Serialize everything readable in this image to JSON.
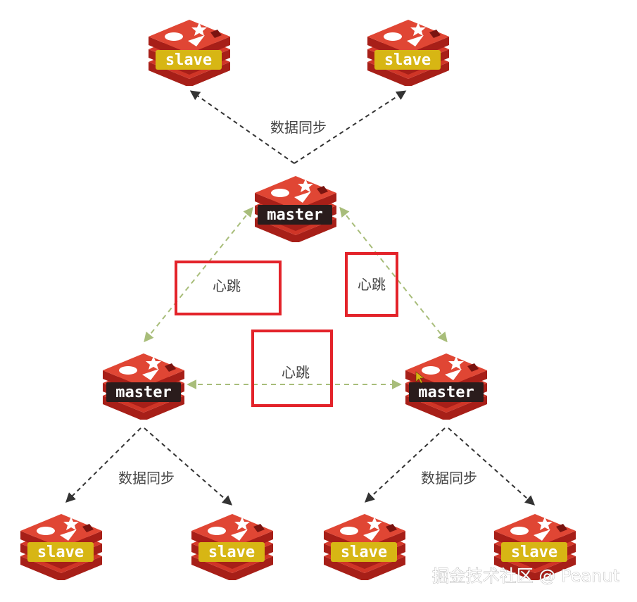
{
  "labels": {
    "master": "master",
    "slave": "slave",
    "sync": "数据同步",
    "heartbeat": "心跳"
  },
  "watermark": "掘金技术社区 @ Peanut",
  "colors": {
    "redis_dark": "#b3261e",
    "redis_main": "#d63a2b",
    "redis_light": "#e85a45",
    "slave_band": "#d7b614",
    "highlight_box": "#e3232a",
    "heartbeat_line": "#a8bd7a",
    "sync_line": "#333333"
  },
  "nodes": [
    {
      "id": "top-slave-left",
      "role": "slave"
    },
    {
      "id": "top-slave-right",
      "role": "slave"
    },
    {
      "id": "master-top",
      "role": "master"
    },
    {
      "id": "master-left",
      "role": "master"
    },
    {
      "id": "master-right",
      "role": "master"
    },
    {
      "id": "bottom-slave-1",
      "role": "slave"
    },
    {
      "id": "bottom-slave-2",
      "role": "slave"
    },
    {
      "id": "bottom-slave-3",
      "role": "slave"
    },
    {
      "id": "bottom-slave-4",
      "role": "slave"
    }
  ],
  "edges": [
    {
      "from": "master-top",
      "to": "top-slave-left",
      "type": "sync"
    },
    {
      "from": "master-top",
      "to": "top-slave-right",
      "type": "sync"
    },
    {
      "from": "master-top",
      "to": "master-left",
      "type": "heartbeat"
    },
    {
      "from": "master-top",
      "to": "master-right",
      "type": "heartbeat"
    },
    {
      "from": "master-left",
      "to": "master-right",
      "type": "heartbeat"
    },
    {
      "from": "master-left",
      "to": "bottom-slave-1",
      "type": "sync"
    },
    {
      "from": "master-left",
      "to": "bottom-slave-2",
      "type": "sync"
    },
    {
      "from": "master-right",
      "to": "bottom-slave-3",
      "type": "sync"
    },
    {
      "from": "master-right",
      "to": "bottom-slave-4",
      "type": "sync"
    }
  ]
}
